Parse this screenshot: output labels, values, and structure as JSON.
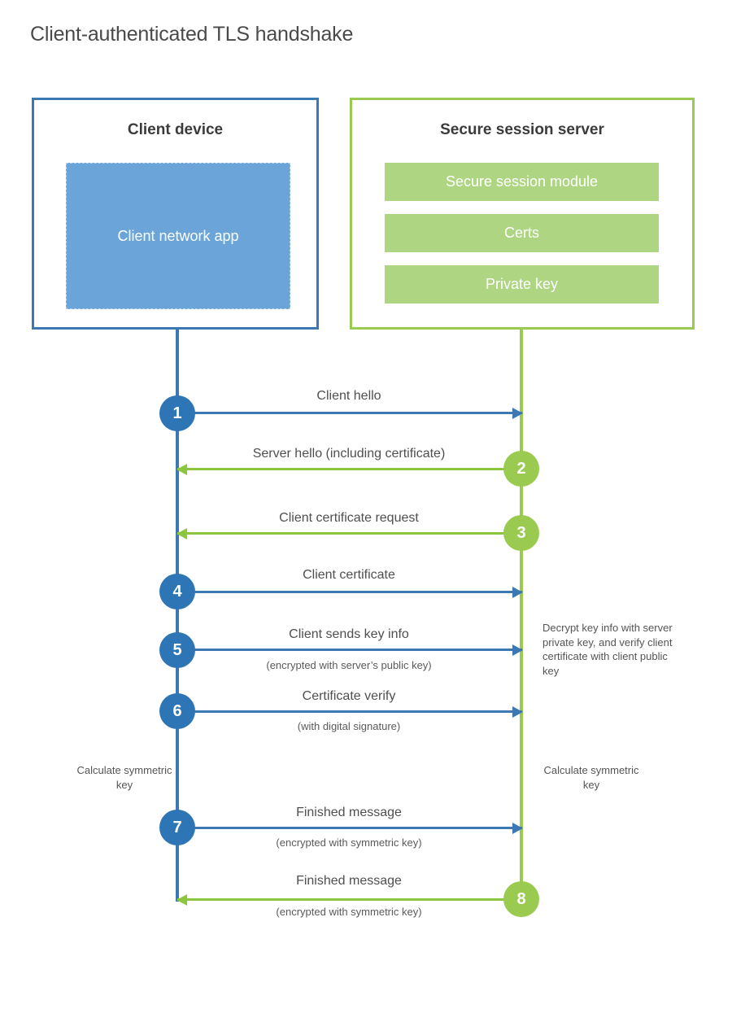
{
  "title": "Client-authenticated TLS handshake",
  "colors": {
    "client_blue": "#3c78b4",
    "client_app_fill": "#6ba4d8",
    "server_green": "#9acb50",
    "server_bar_fill": "#aed581",
    "arrow_blue": "#3c78b4",
    "arrow_green": "#8cc63e",
    "step_blue": "#2e75b6",
    "step_green": "#9acb50",
    "title_text": "#4a4a4a"
  },
  "participants": {
    "client": {
      "title": "Client device",
      "app_label": "Client network app"
    },
    "server": {
      "title": "Secure session server",
      "modules": [
        "Secure session module",
        "Certs",
        "Private key"
      ]
    }
  },
  "steps": [
    {
      "number": "1",
      "label": "Client hello",
      "sub": "",
      "direction": "client-to-server",
      "color": "blue"
    },
    {
      "number": "2",
      "label": "Server hello (including certificate)",
      "sub": "",
      "direction": "server-to-client",
      "color": "green"
    },
    {
      "number": "3",
      "label": "Client certificate request",
      "sub": "",
      "direction": "server-to-client",
      "color": "green"
    },
    {
      "number": "4",
      "label": "Client certificate",
      "sub": "",
      "direction": "client-to-server",
      "color": "blue"
    },
    {
      "number": "5",
      "label": "Client sends key info",
      "sub": "(encrypted with server’s public key)",
      "direction": "client-to-server",
      "color": "blue"
    },
    {
      "number": "6",
      "label": "Certificate verify",
      "sub": "(with digital signature)",
      "direction": "client-to-server",
      "color": "blue"
    },
    {
      "number": "7",
      "label": "Finished message",
      "sub": "(encrypted with symmetric key)",
      "direction": "client-to-server",
      "color": "blue"
    },
    {
      "number": "8",
      "label": "Finished message",
      "sub": "(encrypted with symmetric key)",
      "direction": "server-to-client",
      "color": "green"
    }
  ],
  "notes": {
    "server_decrypt": "Decrypt key info with server private key, and verify client certificate with client public key",
    "client_calc": "Calculate symmetric key",
    "server_calc": "Calculate symmetric key"
  }
}
